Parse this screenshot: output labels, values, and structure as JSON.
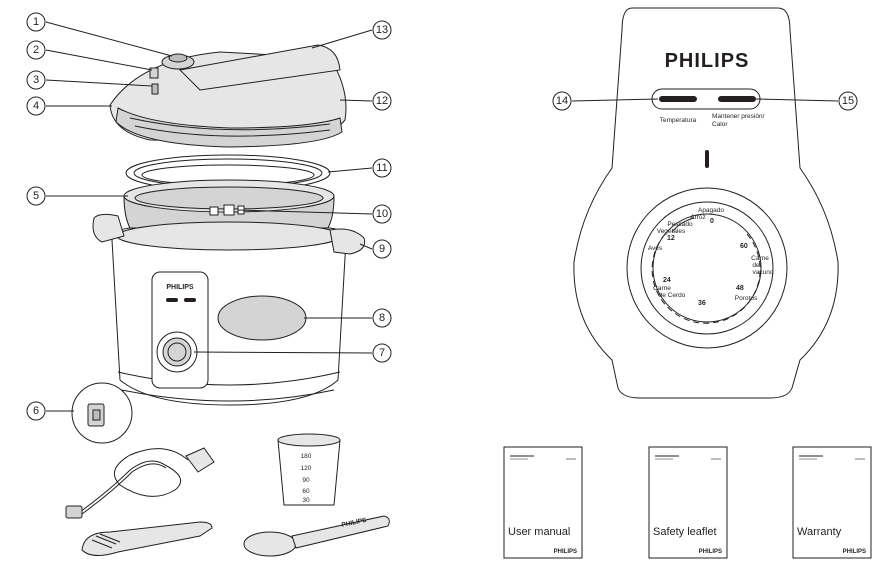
{
  "callouts": [
    "1",
    "2",
    "3",
    "4",
    "5",
    "6",
    "7",
    "8",
    "9",
    "10",
    "11",
    "12",
    "13",
    "14",
    "15"
  ],
  "brand": "PHILIPS",
  "control_panel": {
    "button_left_label": "Temperatura",
    "button_right_label_line1": "Mantener presión/",
    "button_right_label_line2": "Calor"
  },
  "dial": {
    "off": "Apagado",
    "arroz": "Arroz",
    "pescado": "Pescado",
    "vegetales": "Vegetales",
    "aves": "Aves",
    "carne_cerdo_1": "Carne",
    "carne_cerdo_2": "de Cerdo",
    "porotos": "Porotos",
    "carne_vacuno_1": "Carne",
    "carne_vacuno_2": "de",
    "carne_vacuno_3": "vacuno",
    "n0": "0",
    "n12": "12",
    "n24": "24",
    "n36": "36",
    "n48": "48",
    "n60": "60"
  },
  "measuring_cup_marks": [
    "180",
    "120",
    "90",
    "60",
    "30"
  ],
  "booklets": [
    {
      "title": "User manual",
      "brand": "PHILIPS"
    },
    {
      "title": "Safety leaflet",
      "brand": "PHILIPS"
    },
    {
      "title": "Warranty",
      "brand": "PHILIPS"
    }
  ]
}
